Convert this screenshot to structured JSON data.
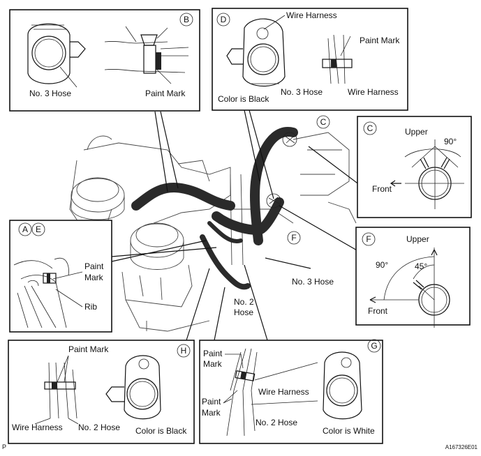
{
  "labels": {
    "wire_harness": "Wire Harness",
    "paint_mark": "Paint Mark",
    "no3_hose": "No. 3 Hose",
    "no2_hose": "No. 2 Hose",
    "color_black": "Color is Black",
    "color_white": "Color is White",
    "upper": "Upper",
    "front": "Front",
    "deg90": "90°",
    "deg45": "45°",
    "paint": "Paint",
    "mark": "Mark",
    "rib": "Rib",
    "no2": "No. 2",
    "hose": "Hose"
  },
  "callouts": {
    "A": "A",
    "B": "B",
    "C": "C",
    "D": "D",
    "E": "E",
    "F": "F",
    "G": "G",
    "H": "H"
  },
  "footer": {
    "left": "P",
    "right": "A167326E01"
  }
}
